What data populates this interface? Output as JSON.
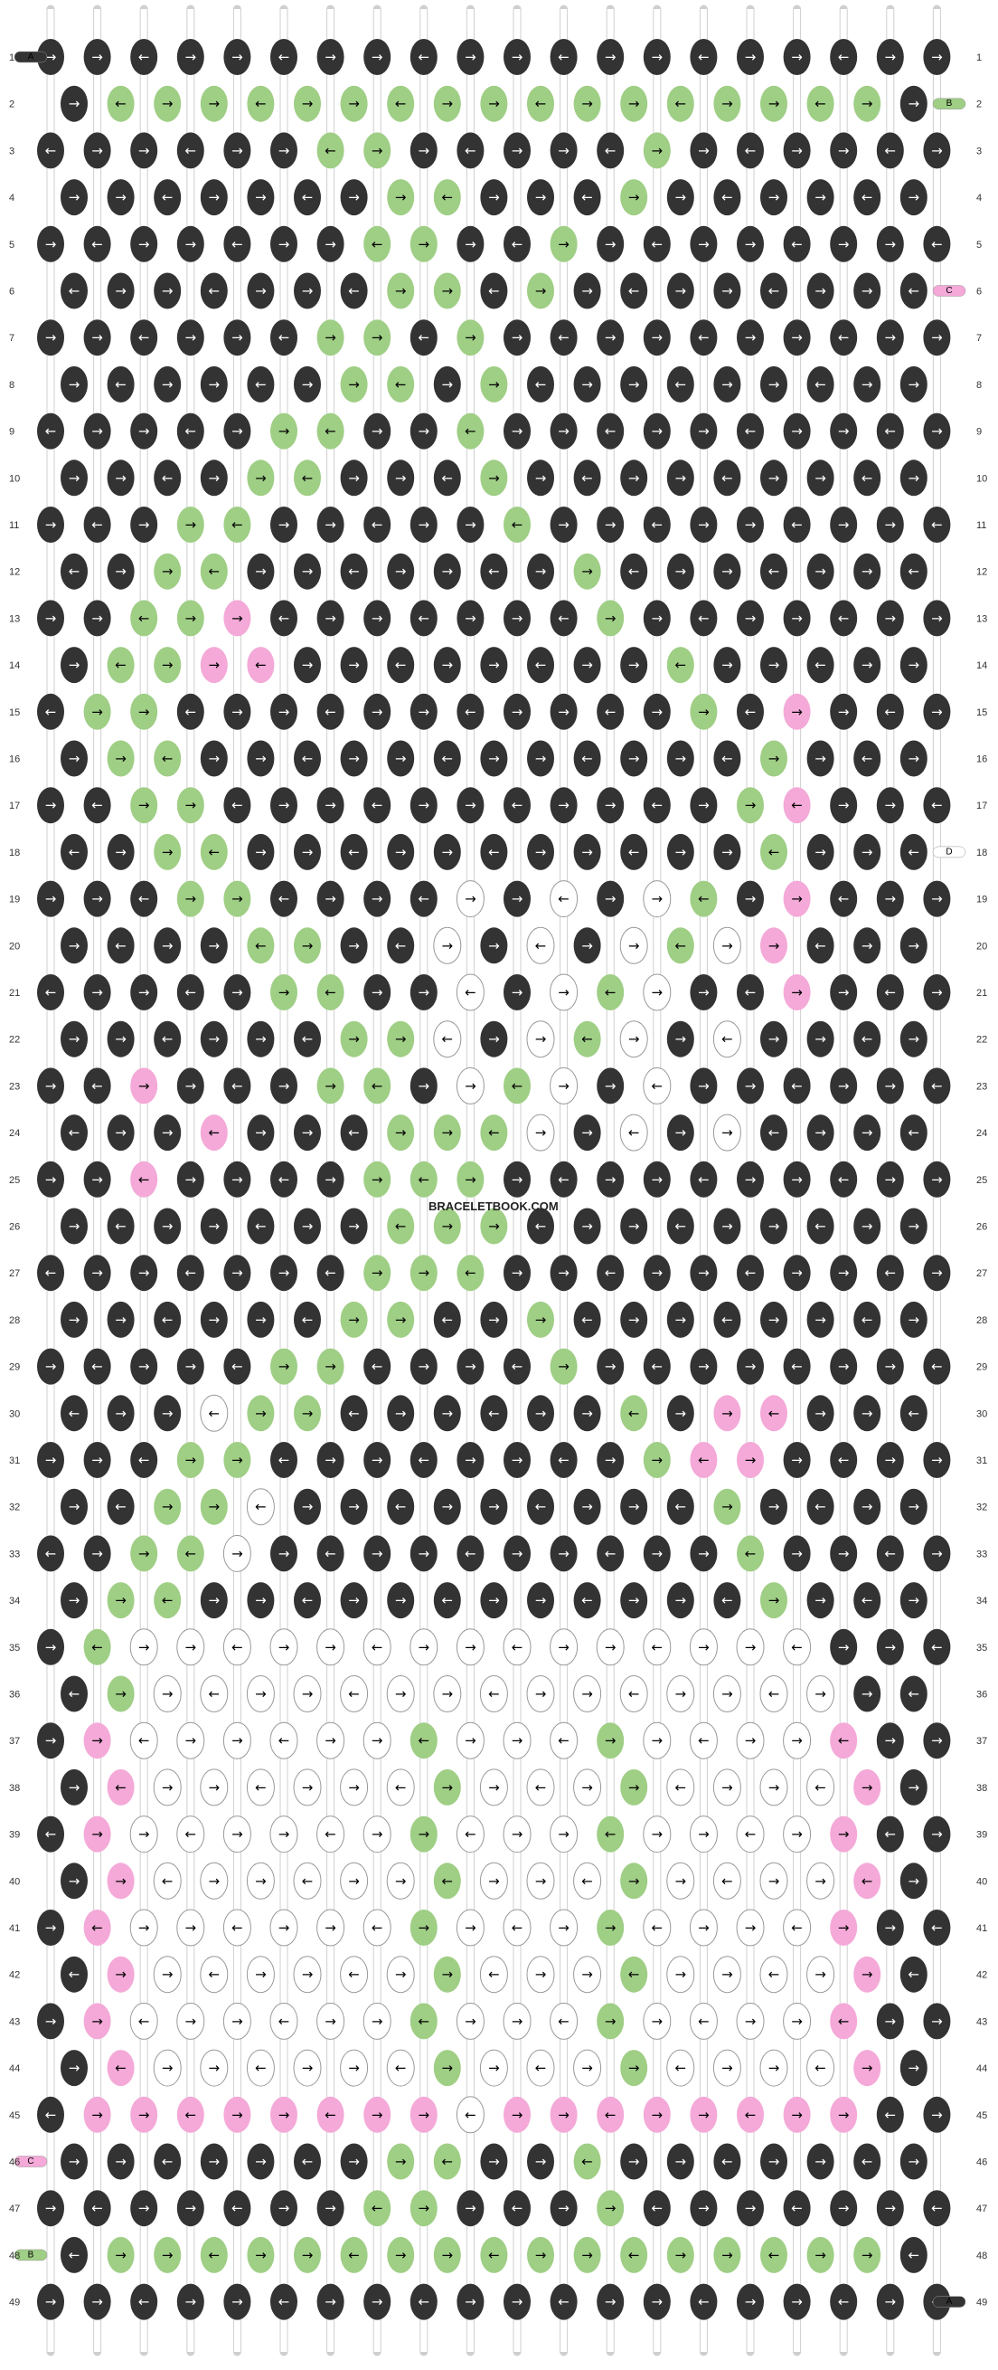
{
  "watermark": "BRACELETBOOK.COM",
  "colors": {
    "A": "#333333",
    "B": "#9fce85",
    "C": "#f4a9d8",
    "D": "#ffffff"
  },
  "strings": [
    "A",
    "B",
    "C",
    "D"
  ],
  "string_labels_left": {
    "1": "A",
    "46": "C",
    "48": "B"
  },
  "string_labels_right": {
    "2": "B",
    "6": "C",
    "18": "D",
    "49": "A"
  },
  "rows": 49,
  "columns": 19,
  "knot_arrows": [
    "→",
    "←"
  ]
}
